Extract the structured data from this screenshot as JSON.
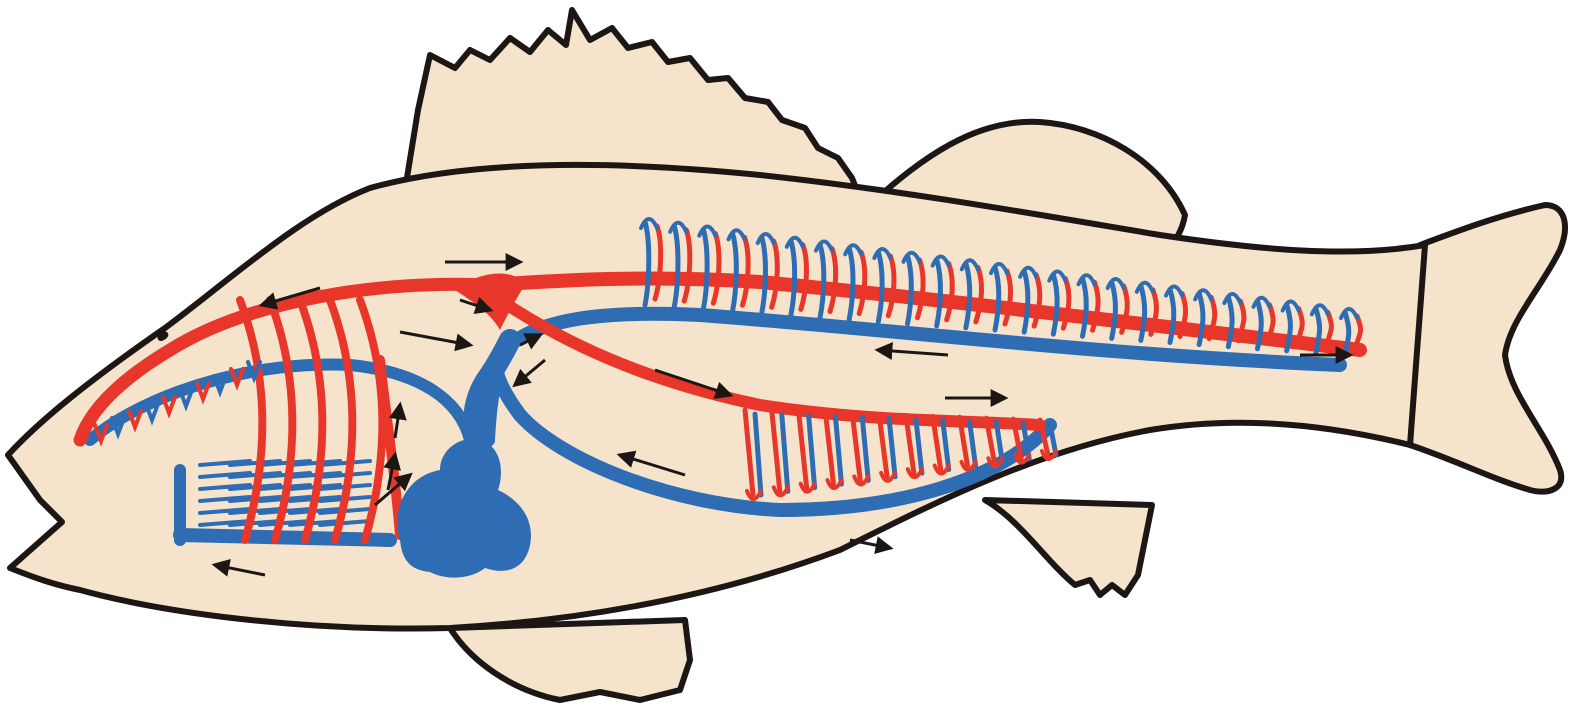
{
  "diagram": {
    "subject": "fish-circulatory-system",
    "colors": {
      "body_fill": "#f5e3cc",
      "outline": "#1c1714",
      "artery": "#e8372a",
      "vein": "#2e6db3",
      "arrow": "#1c1714",
      "background": "#ffffff"
    },
    "vessel_types": [
      "artery",
      "vein"
    ],
    "arrows_depicted": 16,
    "dorsal_capillary_loops": 25,
    "ventral_capillary_loops": 12,
    "gill_arches": 5
  }
}
